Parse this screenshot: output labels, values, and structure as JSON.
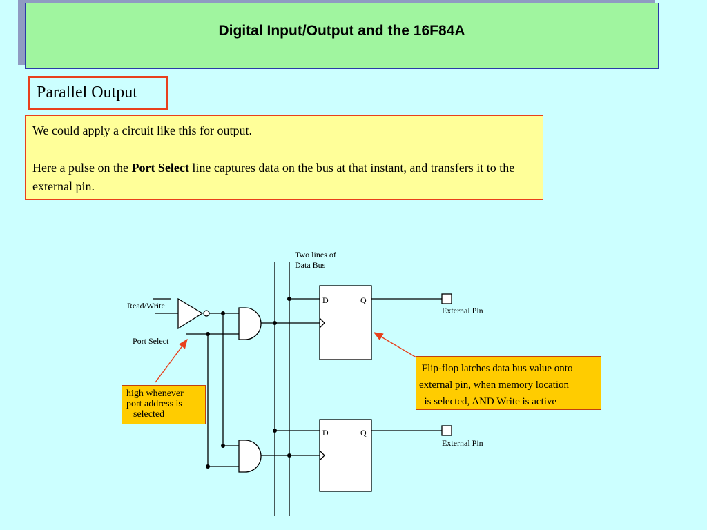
{
  "title": "Digital Input/Output and the 16F84A",
  "subtitle": "Parallel Output",
  "note": {
    "line1": "We could apply a circuit like this for output.",
    "para2_prefix": "Here a pulse on the ",
    "para2_bold": "Port Select",
    "para2_suffix": " line captures data on the bus at that instant, and transfers it to the external pin."
  },
  "diagram": {
    "bus_label_1": "Two lines of",
    "bus_label_2": "Data Bus",
    "read_write": "Read/Write",
    "port_select": "Port Select",
    "ff_d": "D",
    "ff_q": "Q",
    "external_pin": "External Pin",
    "callout_left": [
      "high whenever",
      "port address is",
      "selected"
    ],
    "callout_right": [
      " Flip-flop latches data bus value onto",
      "external pin, when memory location",
      "  is selected, AND Write is active"
    ]
  },
  "colors": {
    "background": "#ccffff",
    "title_bg": "#a0f59f",
    "note_bg": "#ffff99",
    "callout_bg": "#ffcc00",
    "accent_red": "#e8401c"
  }
}
